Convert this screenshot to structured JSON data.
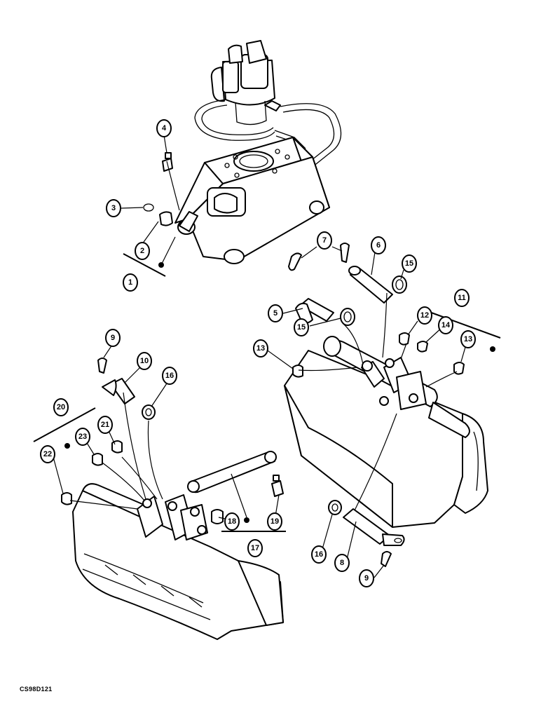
{
  "drawing": {
    "reference_code": "CS98D121"
  },
  "callouts": {
    "c1": "1",
    "c2": "2",
    "c3": "3",
    "c4": "4",
    "c5": "5",
    "c6": "6",
    "c7": "7",
    "c8": "8",
    "c9a": "9",
    "c9b": "9",
    "c10": "10",
    "c11": "11",
    "c12": "12",
    "c13a": "13",
    "c13b": "13",
    "c14": "14",
    "c15a": "15",
    "c15b": "15",
    "c16a": "16",
    "c16b": "16",
    "c17": "17",
    "c18": "18",
    "c19": "19",
    "c20": "20",
    "c21": "21",
    "c22": "22",
    "c23": "23"
  },
  "colors": {
    "ink": "#000000",
    "paper": "#ffffff"
  }
}
